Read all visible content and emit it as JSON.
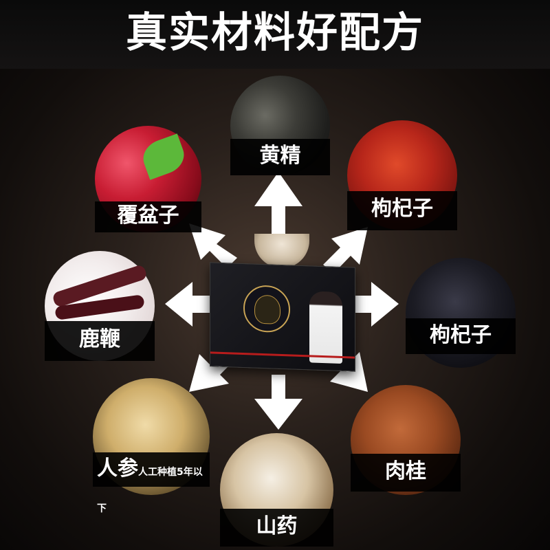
{
  "header": {
    "title": "真实材料好配方"
  },
  "ingredients": {
    "huangjing": {
      "label": "黄精"
    },
    "fupenzi": {
      "label": "覆盆子"
    },
    "gouqi1": {
      "label": "枸杞子"
    },
    "lubian": {
      "label": "鹿鞭"
    },
    "gouqi2": {
      "label": "枸杞子"
    },
    "renshen": {
      "label": "人参",
      "note": "人工种植5年以下"
    },
    "rougui": {
      "label": "肉桂"
    },
    "shanyao": {
      "label": "山药"
    }
  },
  "colors": {
    "arrow": "#ffffff",
    "label_bg": "#000000",
    "title_text": "#ffffff"
  }
}
